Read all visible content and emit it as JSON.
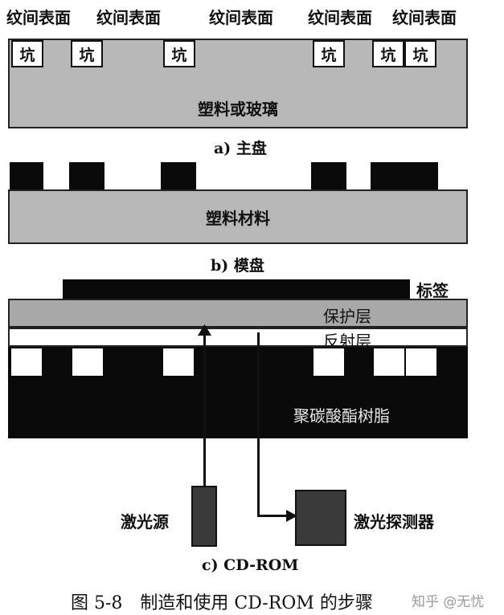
{
  "master": {
    "surface_labels": [
      "纹间表面",
      "纹间表面",
      "纹间表面",
      "纹间表面",
      "纹间表面"
    ],
    "pit_labels": [
      "坑",
      "坑",
      "坑",
      "坑",
      "坑",
      "坑"
    ],
    "substrate_label": "塑料或玻璃",
    "caption": "a) 主盘"
  },
  "mold": {
    "substrate_label": "塑料材料",
    "caption": "b) 模盘"
  },
  "cdrom": {
    "label_tag": "标签",
    "protect_layer": "保护层",
    "reflect_layer": "反射层",
    "resin_label": "聚碳酸酯树脂",
    "laser_source": "激光源",
    "laser_detector": "激光探测器",
    "caption": "c) CD-ROM"
  },
  "figure_caption": "图 5-8　制造和使用 CD-ROM 的步骤",
  "watermark": "知乎 @无忧"
}
